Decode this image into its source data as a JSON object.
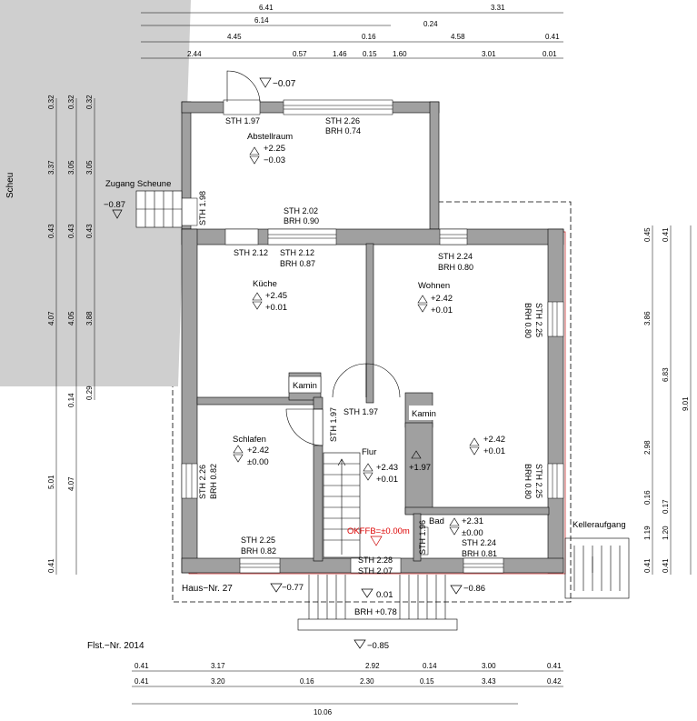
{
  "neighbor_label": "Scheu",
  "dims_top": {
    "r1a": "6.41",
    "r1b": "3.31",
    "r2a": "6.14",
    "r2b": "0.24",
    "r3a": "4.45",
    "r3b": "0.16",
    "r3c": "4.58",
    "r3d": "0.41",
    "r4a": "2.44",
    "r4b": "0.57",
    "r4c": "1.46",
    "r4d": "0.15",
    "r4e": "1.60",
    "r4f": "3.01",
    "r4g": "0.01"
  },
  "dims_left": {
    "a": [
      "0.32",
      "3.37",
      "0.43",
      "4.07",
      "5.01",
      "0.41"
    ],
    "b": [
      "0.32",
      "3.05",
      "0.43",
      "4.05",
      "0.14",
      "4.07"
    ],
    "c": [
      "0.32",
      "3.05",
      "0.43",
      "3.88",
      "0.29"
    ]
  },
  "dims_right": {
    "a": [
      "0.45",
      "3.86",
      "2.98",
      "0.16",
      "1.19",
      "0.41"
    ],
    "b": [
      "0.41",
      "6.83",
      "0.17",
      "1.20",
      "0.41"
    ],
    "c": [
      "9.01"
    ]
  },
  "dims_bottom": {
    "r1": [
      "0.41",
      "3.17",
      "2.92",
      "0.14",
      "3.00",
      "0.41"
    ],
    "r2": [
      "0.41",
      "3.20",
      "0.16",
      "2.30",
      "0.15",
      "3.43",
      "0.42"
    ],
    "r3": [
      "10.06"
    ]
  },
  "rooms": {
    "abstellraum": {
      "name": "Abstellraum",
      "l1": "+2.25",
      "l2": "−0.03"
    },
    "kueche": {
      "name": "Küche",
      "l1": "+2.45",
      "l2": "+0.01"
    },
    "wohnen": {
      "name": "Wohnen",
      "l1": "+2.42",
      "l2": "+0.01"
    },
    "schlafen": {
      "name": "Schlafen",
      "l1": "+2.42",
      "l2": "±0.00"
    },
    "flur": {
      "name": "Flur",
      "l1": "+2.43",
      "l2": "+0.01"
    },
    "bad": {
      "name": "Bad",
      "l1": "+2.31",
      "l2": "±0.00"
    },
    "wohnen2": {
      "l1": "+2.42",
      "l2": "+0.01"
    },
    "kamin1": "Kamin",
    "kamin2": "Kamin",
    "stair_level": "+1.97"
  },
  "openings": {
    "o1a": "STH  1.97",
    "o2a": "STH  2.26",
    "o2b": "BRH  0.74",
    "o3a": "STH  2.02",
    "o3b": "BRH  0.90",
    "o4a": "STH  2.12",
    "o5a": "STH  2.12",
    "o5b": "BRH  0.87",
    "o6a": "STH  2.24",
    "o6b": "BRH  0.80",
    "o7": "STH  1.98",
    "o8a": "STH  2.25",
    "o8b": "BRH  0.80",
    "o9": "STH  1.97",
    "o10": "STH  1.97",
    "o11a": "STH  2.26",
    "o11b": "BRH  0.82",
    "o12": "STH  1.96",
    "o13a": "STH  2.25",
    "o13b": "BRH  0.80",
    "o14a": "STH  2.25",
    "o14b": "BRH  0.82",
    "o15a": "STH  2.28",
    "o15b": "STH  2.07",
    "o16a": "STH  2.24",
    "o16b": "BRH  0.81"
  },
  "levels": {
    "top": "−0.07",
    "zugang": "Zugang Scheune",
    "zugang_level": "−0.87",
    "entry": "−0.77",
    "front": "0.01",
    "right": "−0.86",
    "sill": "BRH  +0.78",
    "outside": "−0.85"
  },
  "reference": "OKFFB=±0.00m",
  "house_number": "Haus−Nr.  27",
  "parcel": "Flst.−Nr.  2014",
  "cellar": "Kelleraufgang"
}
